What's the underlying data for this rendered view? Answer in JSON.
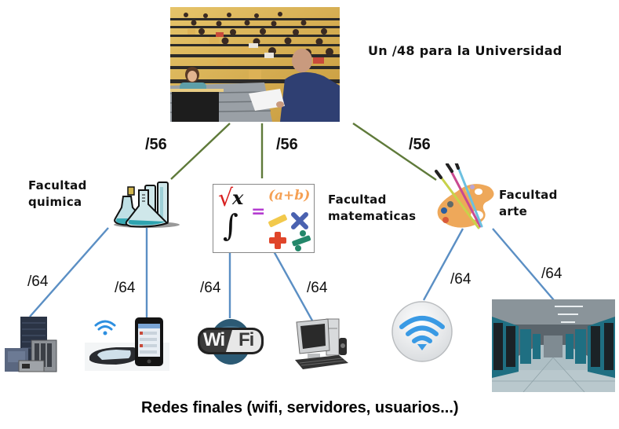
{
  "diagram": {
    "title": "Un /48 para la Universidad",
    "university_prefix": "/48",
    "faculties": [
      {
        "label_line1": "Facultad",
        "label_line2": "quimica",
        "prefix": "/56",
        "icon": "chemistry-flasks-icon"
      },
      {
        "label_line1": "Facultad",
        "label_line2": "matematicas",
        "prefix": "/56",
        "icon": "math-symbols-icon"
      },
      {
        "label_line1": "Facultad",
        "label_line2": "arte",
        "prefix": "/56",
        "icon": "paint-palette-icon"
      }
    ],
    "end_networks": [
      {
        "prefix": "/64",
        "icon": "server-rack-icon",
        "parent": "quimica"
      },
      {
        "prefix": "/64",
        "icon": "mobile-devices-icon",
        "parent": "quimica"
      },
      {
        "prefix": "/64",
        "icon": "wifi-logo-icon",
        "parent": "matematicas"
      },
      {
        "prefix": "/64",
        "icon": "desktop-computer-icon",
        "parent": "matematicas"
      },
      {
        "prefix": "/64",
        "icon": "wifi-signal-icon",
        "parent": "arte"
      },
      {
        "prefix": "/64",
        "icon": "datacenter-icon",
        "parent": "arte"
      }
    ],
    "math_symbols": {
      "sqrt": "√",
      "x": "x",
      "eq": "=",
      "ab": "(a+b)",
      "integral": "∫"
    },
    "wifi_text": {
      "wi": "Wi",
      "fi": "Fi"
    },
    "footer": "Redes finales (wifi, servidores, usuarios...)",
    "colors": {
      "top_links": "#5f7a3a",
      "bottom_links": "#5b8fc4"
    }
  }
}
